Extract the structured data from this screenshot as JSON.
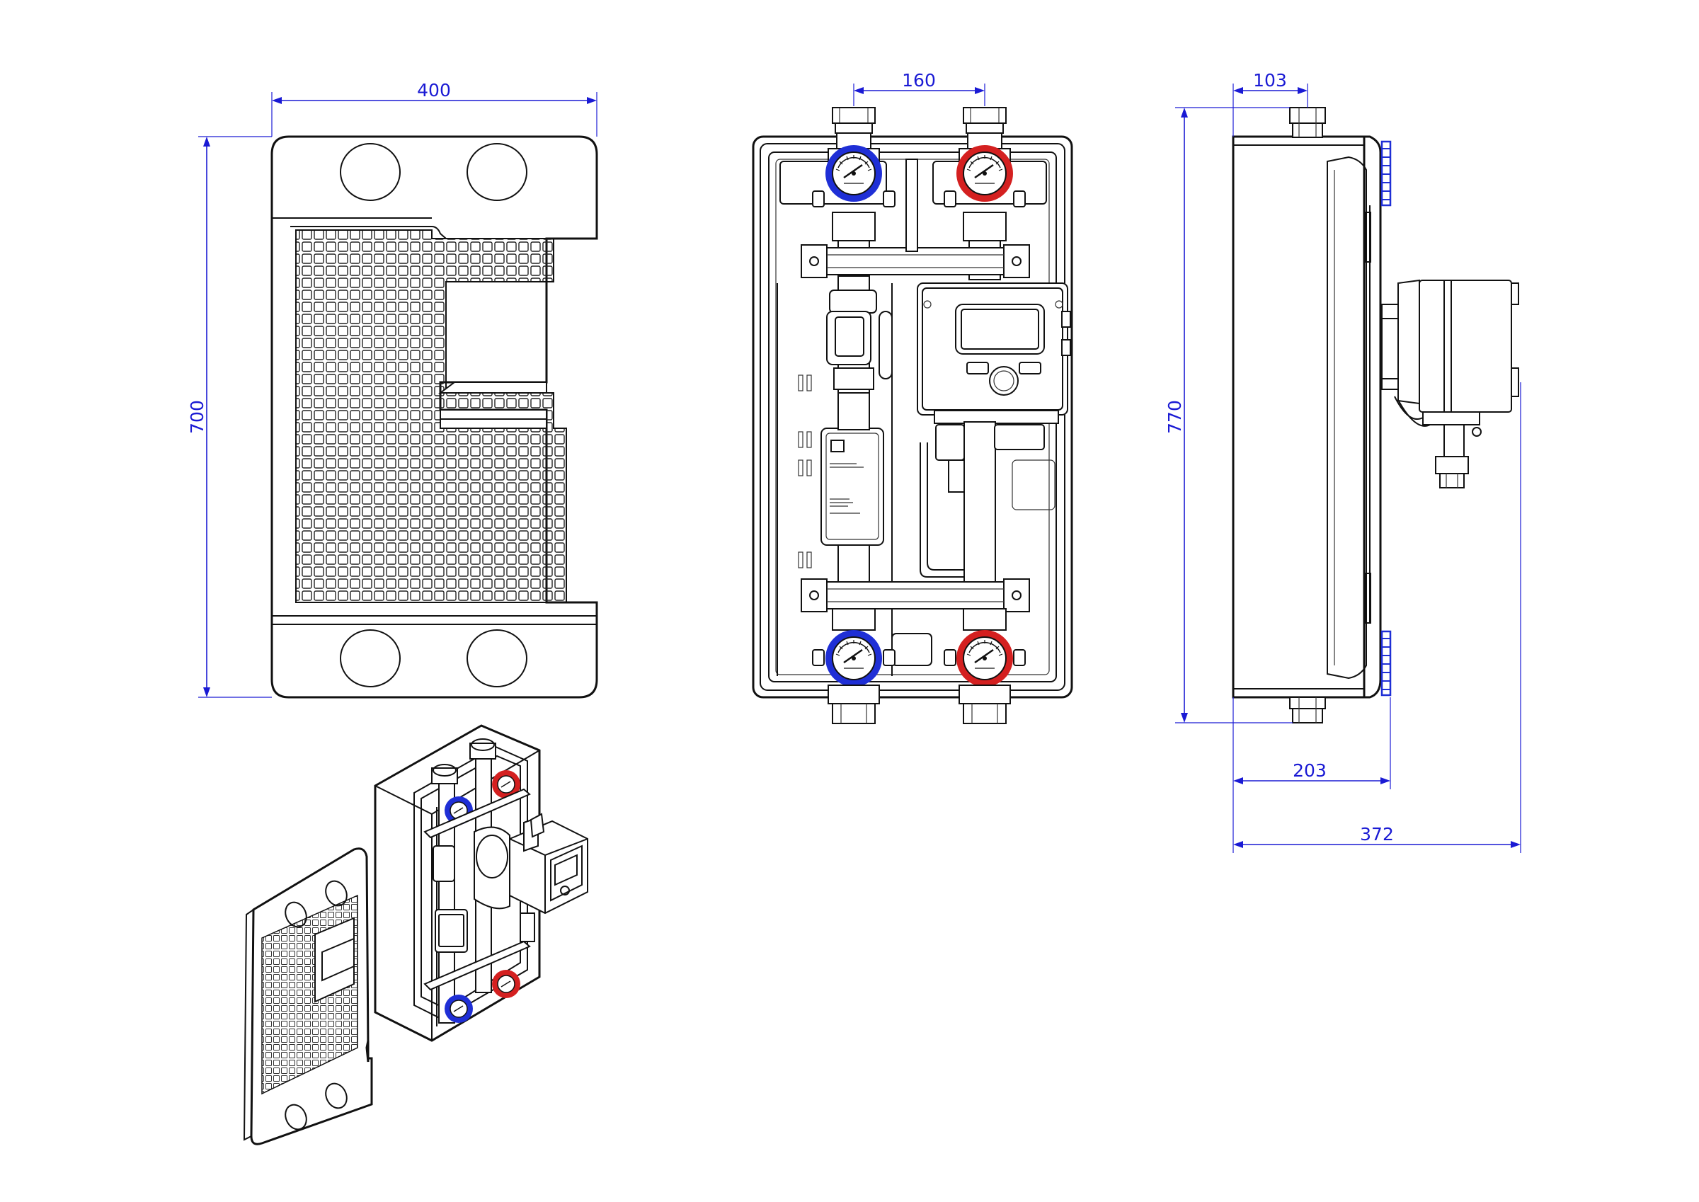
{
  "dimensions": {
    "cover_width": "400",
    "cover_height": "700",
    "pipe_spacing": "160",
    "side_offset": "103",
    "enclosure_height": "770",
    "enclosure_depth": "203",
    "total_depth": "372"
  },
  "colors": {
    "dimension": "#1a1ad4",
    "return_valve": "#1f2fd6",
    "flow_valve": "#d42020",
    "line": "#111111"
  },
  "icons": {
    "return_gauge": "thermometer-gauge-icon",
    "flow_gauge": "thermometer-gauge-icon"
  }
}
